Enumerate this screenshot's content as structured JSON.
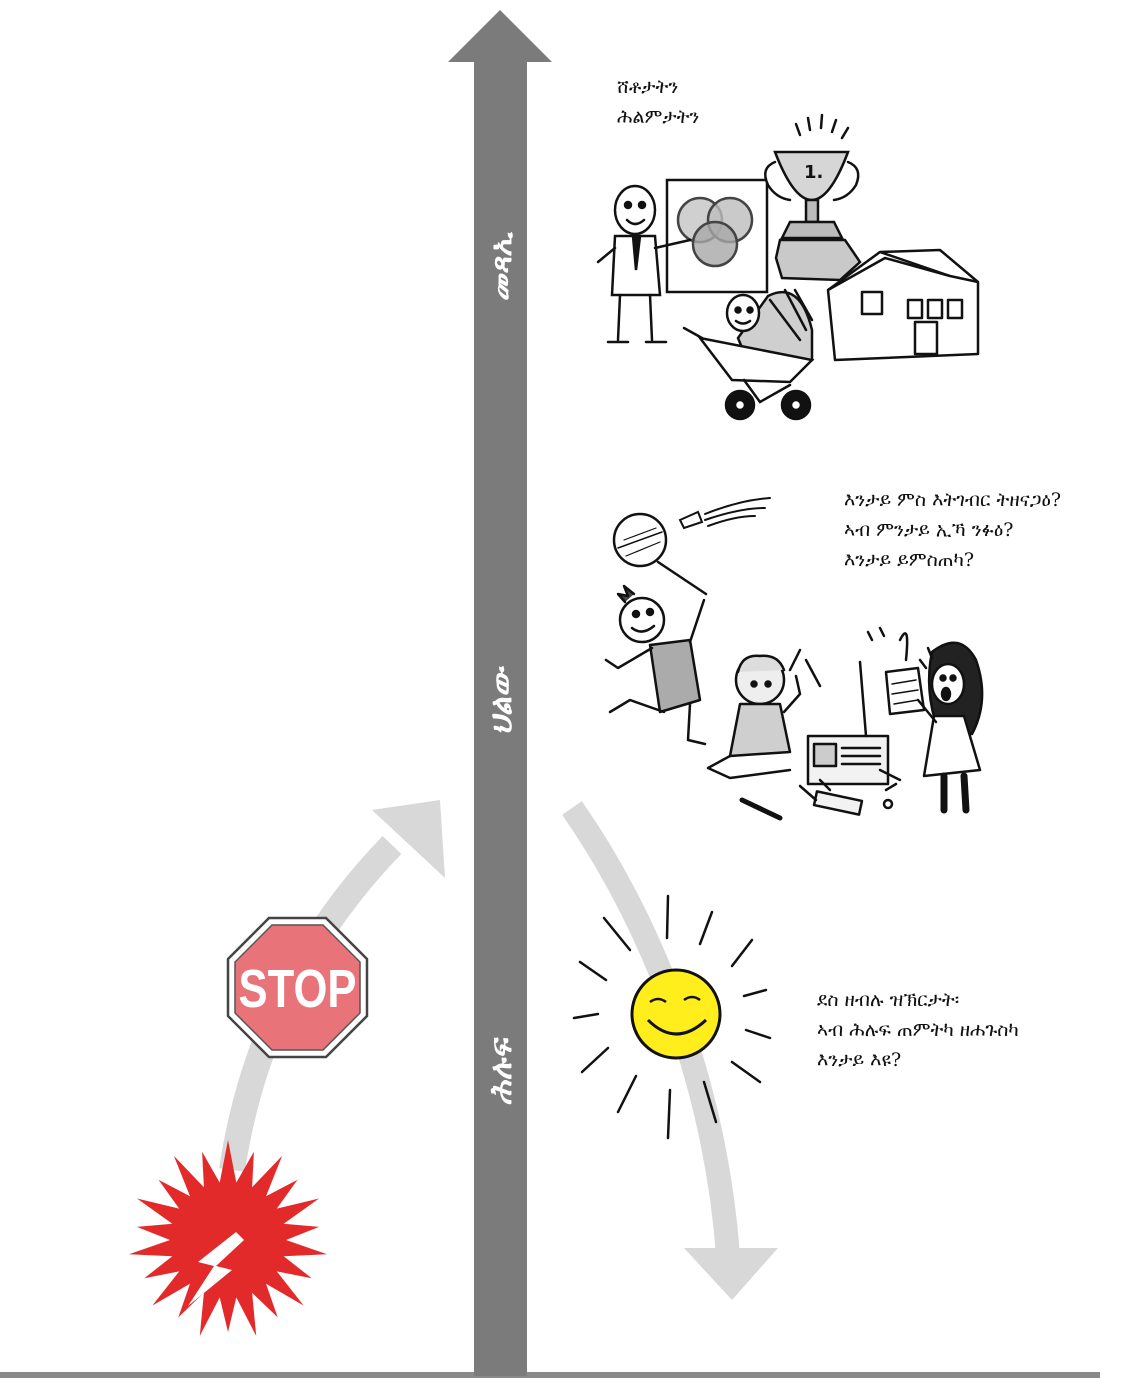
{
  "timeline": {
    "labels": {
      "future": "መጻኢ",
      "present": "ህልው",
      "past": "ሕሉፍ"
    }
  },
  "future_block": {
    "lines": [
      "ሸቶታትን",
      "ሕልምታትን"
    ]
  },
  "present_block": {
    "lines": [
      "እንታይ ምስ እትገብር ትዘናጋዕ?",
      "ኣብ ምንታይ ኢኻ ንፉዕ?",
      "እንታይ ይምስጠካ?"
    ]
  },
  "past_block": {
    "lines": [
      "ደስ ዘብሉ ዝኽርታት፡",
      "ኣብ ሕሉፍ ጠምትካ ዘሐጉስካ",
      "እንታይ እዩ?"
    ]
  },
  "stop_sign": {
    "text": "STOP"
  },
  "colors": {
    "main_arrow": "#7b7b7b",
    "secondary_arrow": "#d6d6d6",
    "stop_red": "#e8747a",
    "burst_red": "#e32a2a",
    "sun_yellow": "#ffee1c"
  },
  "icons": [
    "presenter-icon",
    "trophy-icon",
    "house-icon",
    "baby-carriage-icon",
    "badminton-boy-icon",
    "tinkering-child-icon",
    "singing-girl-icon",
    "sun-icon",
    "stop-sign-icon",
    "lightning-burst-icon"
  ]
}
